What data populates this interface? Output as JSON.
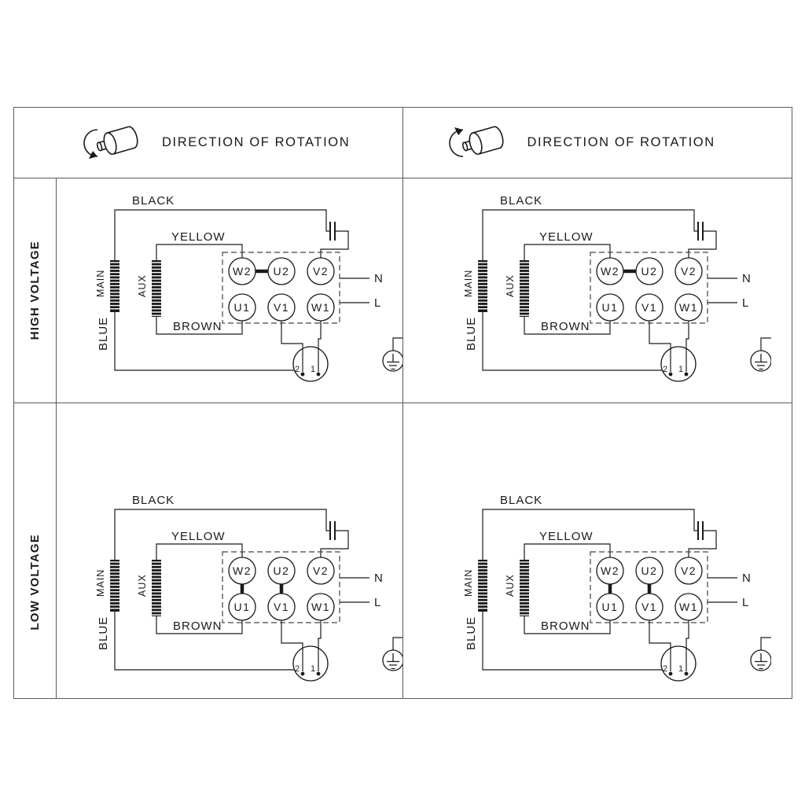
{
  "header": {
    "cells": [
      {
        "label": "DIRECTION OF ROTATION",
        "rotation": "clockwise"
      },
      {
        "label": "DIRECTION OF ROTATION",
        "rotation": "counterclockwise"
      }
    ]
  },
  "rows": [
    {
      "label": "HIGH VOLTAGE"
    },
    {
      "label": "LOW VOLTAGE"
    }
  ],
  "diagram_labels": {
    "black": "BLACK",
    "yellow": "YELLOW",
    "brown": "BROWN",
    "blue": "BLUE",
    "main": "MAIN",
    "aux": "AUX",
    "neutral": "N",
    "line": "L",
    "terminals_top": [
      "W2",
      "U2",
      "V2"
    ],
    "terminals_bottom": [
      "U1",
      "V1",
      "W1"
    ],
    "plug_terminals": [
      "2",
      "1"
    ]
  },
  "quadrants": [
    {
      "id": "high-voltage-left",
      "voltage": "HIGH VOLTAGE",
      "links": [
        {
          "from": "W2",
          "to": "U2"
        }
      ]
    },
    {
      "id": "high-voltage-right",
      "voltage": "HIGH VOLTAGE",
      "links": [
        {
          "from": "W2",
          "to": "U2"
        }
      ]
    },
    {
      "id": "low-voltage-left",
      "voltage": "LOW VOLTAGE",
      "links": [
        {
          "from": "W2",
          "to": "U1"
        },
        {
          "from": "U2",
          "to": "V1"
        }
      ]
    },
    {
      "id": "low-voltage-right",
      "voltage": "LOW VOLTAGE",
      "links": [
        {
          "from": "W2",
          "to": "U1"
        },
        {
          "from": "U2",
          "to": "V1"
        }
      ]
    }
  ],
  "colors": {
    "line": "#1a1a1a",
    "border": "#5a5a5a",
    "background": "#ffffff"
  }
}
